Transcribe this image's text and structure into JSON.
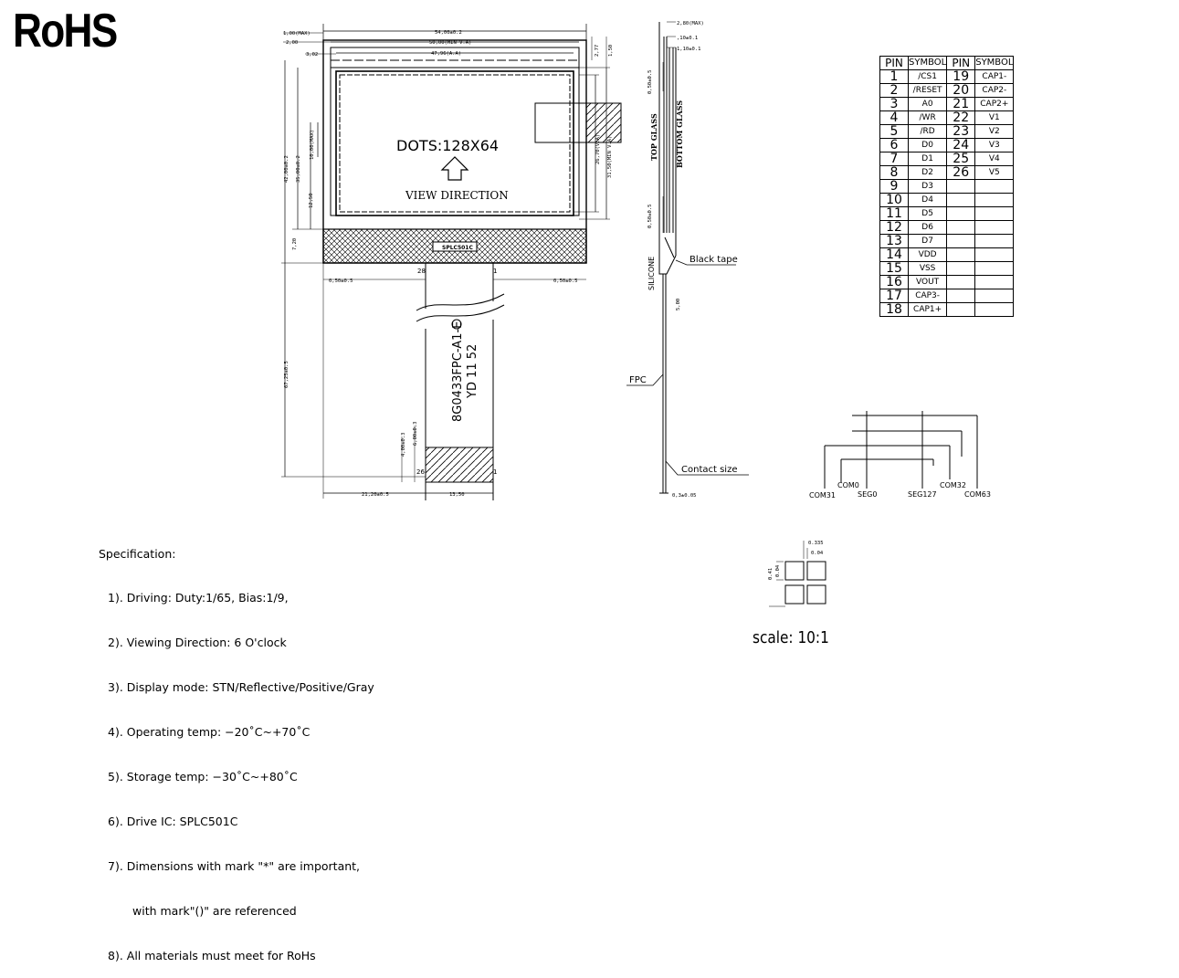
{
  "logo": "RoHS",
  "display": {
    "dots": "DOTS:128X64",
    "view_direction": "VIEW DIRECTION",
    "ic_label": "SPLC501C",
    "fpc_code": "8G0433FPC-A1-E",
    "fpc_date": "YD 11 52",
    "pin_left": "28",
    "pin_right": "1",
    "pin_left_2": "26",
    "pin_right_2": "1"
  },
  "dimensions": {
    "d_54": "54,00±0.2",
    "d_50": "50,00(MIN V.A)",
    "d_47": "47,96(A.A)",
    "d_1max": "1,00(MAX)",
    "d_2": "2,00",
    "d_302": "3,02",
    "d_277": "2,77",
    "d_150": "1,50",
    "d_42": "42,00±0.2",
    "d_35": "35,00±0.2",
    "d_10max": "10,00(MAX)",
    "d_1250": "12,50",
    "d_720": "7,20",
    "d_2670": "26,70(V.A)",
    "d_3150": "31,50(MIN V.A)",
    "d_050a": "0,50±0.5",
    "d_050b": "0,50±0.5",
    "d_6725": "67,25±0.5",
    "d_400": "4,00±0.3",
    "d_600": "6,00±0.3",
    "d_2120": "21,20±0.5",
    "d_1350": "13,50",
    "d_280max": "2,80(MAX)",
    "d_110": "1,10±0.1",
    "d_10a": ",10±0.1",
    "d_050c": "0,50±0.5",
    "d_050d": "0,50±0.5",
    "d_500": "5,00",
    "d_03": "0,3±0.05"
  },
  "side_view": {
    "top_glass": "TOP GLASS",
    "bottom_glass": "BOTTOM GLASS",
    "silicone": "SILICONE",
    "black_tape": "Black tape",
    "fpc": "FPC",
    "contact_size": "Contact size"
  },
  "com_seg": {
    "com31": "COM31",
    "com0": "COM0",
    "seg0": "SEG0",
    "seg127": "SEG127",
    "com32": "COM32",
    "com63": "COM63"
  },
  "pixel_detail": {
    "d_0335": "0.335",
    "d_004a": "0.04",
    "d_041": "0.41",
    "d_004b": "0.04"
  },
  "pin_table": {
    "headers": [
      "PIN",
      "SYMBOL",
      "PIN",
      "SYMBOL"
    ],
    "rows": [
      {
        "pin": "1",
        "sym": "/CS1",
        "pin2": "19",
        "sym2": "CAP1-"
      },
      {
        "pin": "2",
        "sym": "/RESET",
        "pin2": "20",
        "sym2": "CAP2-"
      },
      {
        "pin": "3",
        "sym": "A0",
        "pin2": "21",
        "sym2": "CAP2+"
      },
      {
        "pin": "4",
        "sym": "/WR",
        "pin2": "22",
        "sym2": "V1"
      },
      {
        "pin": "5",
        "sym": "/RD",
        "pin2": "23",
        "sym2": "V2"
      },
      {
        "pin": "6",
        "sym": "D0",
        "pin2": "24",
        "sym2": "V3"
      },
      {
        "pin": "7",
        "sym": "D1",
        "pin2": "25",
        "sym2": "V4"
      },
      {
        "pin": "8",
        "sym": "D2",
        "pin2": "26",
        "sym2": "V5"
      },
      {
        "pin": "9",
        "sym": "D3",
        "pin2": "",
        "sym2": ""
      },
      {
        "pin": "10",
        "sym": "D4",
        "pin2": "",
        "sym2": ""
      },
      {
        "pin": "11",
        "sym": "D5",
        "pin2": "",
        "sym2": ""
      },
      {
        "pin": "12",
        "sym": "D6",
        "pin2": "",
        "sym2": ""
      },
      {
        "pin": "13",
        "sym": "D7",
        "pin2": "",
        "sym2": ""
      },
      {
        "pin": "14",
        "sym": "VDD",
        "pin2": "",
        "sym2": ""
      },
      {
        "pin": "15",
        "sym": "VSS",
        "pin2": "",
        "sym2": ""
      },
      {
        "pin": "16",
        "sym": "VOUT",
        "pin2": "",
        "sym2": ""
      },
      {
        "pin": "17",
        "sym": "CAP3-",
        "pin2": "",
        "sym2": ""
      },
      {
        "pin": "18",
        "sym": "CAP1+",
        "pin2": "",
        "sym2": ""
      }
    ]
  },
  "specification": {
    "title": "Specification:",
    "items": [
      "1). Driving: Duty:1/65, Bias:1/9,",
      "2). Viewing Direction: 6 O'clock",
      "3). Display mode: STN/Reflective/Positive/Gray",
      "4). Operating temp: −20˚C~+70˚C",
      "5). Storage temp: −30˚C~+80˚C",
      "6). Drive IC: SPLC501C",
      "7). Dimensions with mark \"*\" are important,",
      "with mark\"()\" are referenced",
      "8). All materials must meet for RoHs"
    ]
  },
  "scale": "scale: 10:1"
}
